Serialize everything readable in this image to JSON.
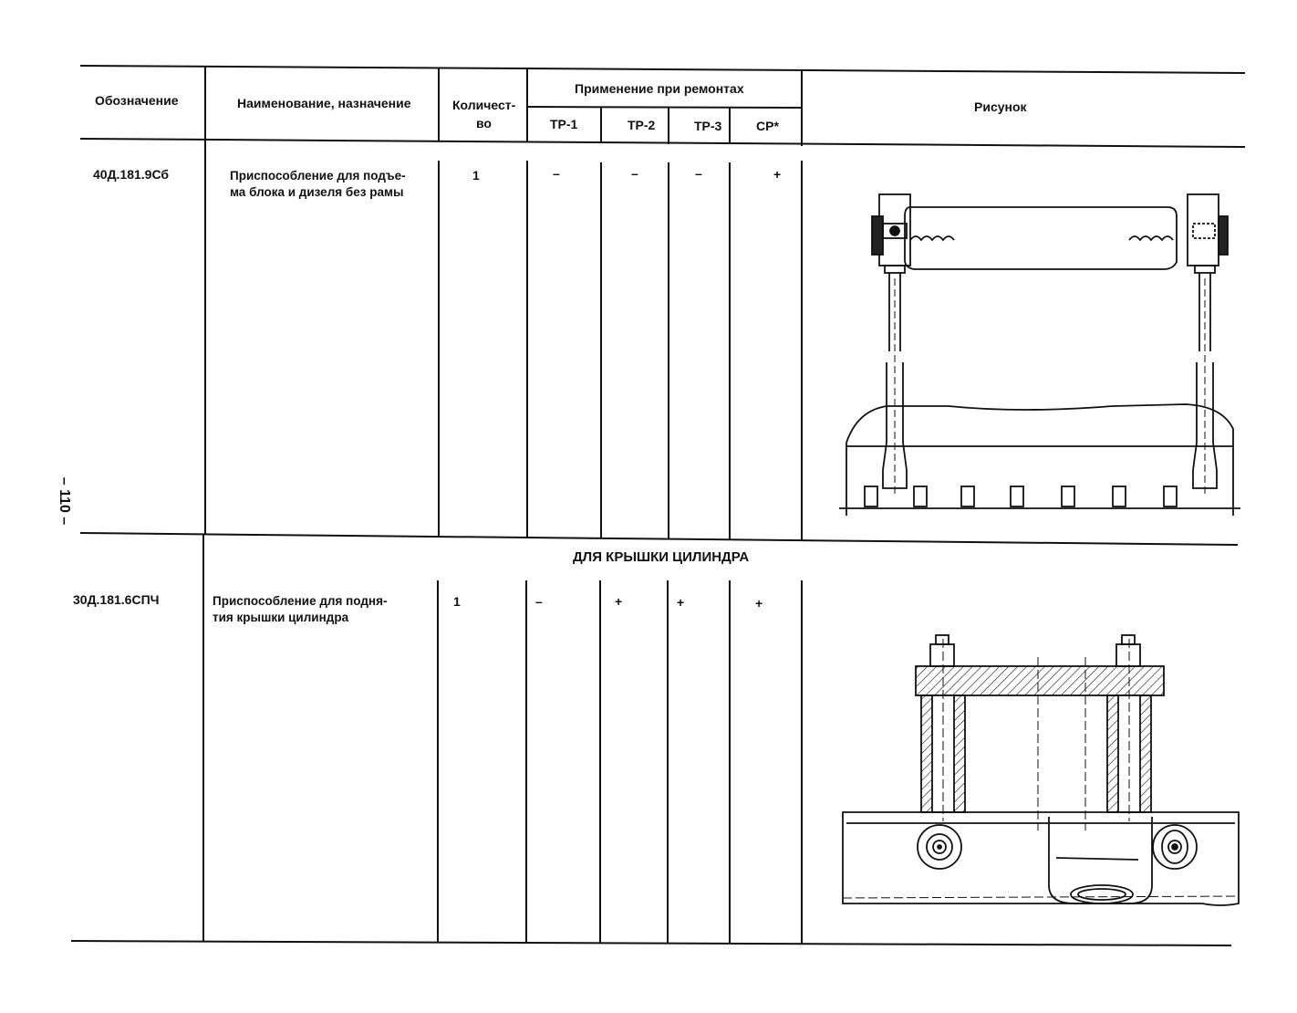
{
  "page_number": "– 110 –",
  "header": {
    "designation": "Обозначение",
    "name": "Наименование, назначение",
    "quantity_line1": "Количест-",
    "quantity_line2": "во",
    "application_group": "Применение при ремонтах",
    "tr1": "ТР-1",
    "tr2": "ТР-2",
    "tr3": "ТР-3",
    "sr": "СР*",
    "figure": "Рисунок"
  },
  "section_title": "ДЛЯ КРЫШКИ ЦИЛИНДРА",
  "rows": [
    {
      "designation": "40Д.181.9Сб",
      "name_line1": "Приспособление для подъе-",
      "name_line2": "ма блока и дизеля без рамы",
      "quantity": "1",
      "tr1": "–",
      "tr2": "–",
      "tr3": "–",
      "sr": "+"
    },
    {
      "designation": "30Д.181.6СПЧ",
      "name_line1": "Приспособление для подня-",
      "name_line2": "тия крышки цилиндра",
      "quantity": "1",
      "tr1": "–",
      "tr2": "+",
      "tr3": "+",
      "sr": "+"
    }
  ]
}
